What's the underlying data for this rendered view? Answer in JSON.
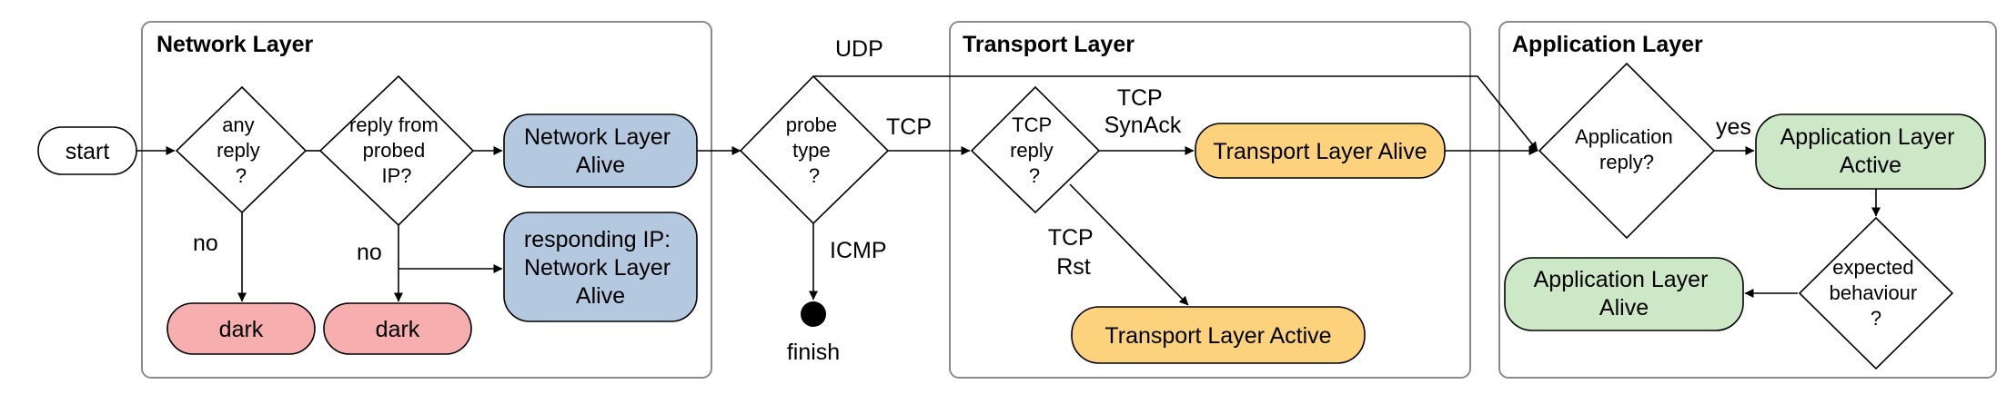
{
  "lanes": {
    "network": "Network Layer",
    "transport": "Transport Layer",
    "application": "Application Layer"
  },
  "nodes": {
    "start": "start",
    "any_reply": [
      "any",
      "reply",
      "?"
    ],
    "reply_from_probed": [
      "reply from",
      "probed",
      "IP?"
    ],
    "network_alive": [
      "Network Layer",
      "Alive"
    ],
    "responding_ip": [
      "responding IP:",
      "Network Layer",
      "Alive"
    ],
    "dark_1": "dark",
    "dark_2": "dark",
    "probe_type": [
      "probe",
      "type",
      "?"
    ],
    "finish": "finish",
    "tcp_reply": [
      "TCP",
      "reply",
      "?"
    ],
    "transport_alive": "Transport Layer Alive",
    "transport_active": "Transport Layer Active",
    "app_reply": [
      "Application",
      "reply?"
    ],
    "app_active": [
      "Application Layer",
      "Active"
    ],
    "expected_behaviour": [
      "expected",
      "behaviour",
      "?"
    ],
    "app_alive": [
      "Application Layer",
      "Alive"
    ]
  },
  "edge_labels": {
    "no_1": "no",
    "no_2": "no",
    "udp": "UDP",
    "tcp": "TCP",
    "icmp": "ICMP",
    "tcp_synack": [
      "TCP",
      "SynAck"
    ],
    "tcp_rst": [
      "TCP",
      "Rst"
    ],
    "yes": "yes"
  },
  "colors": {
    "blue_fill": "#b4c9e0",
    "red_fill": "#f6aeae",
    "orange_fill": "#fcd27d",
    "green_fill": "#cde8c6",
    "stroke": "#000000",
    "lane_border": "#8a8a8a"
  }
}
